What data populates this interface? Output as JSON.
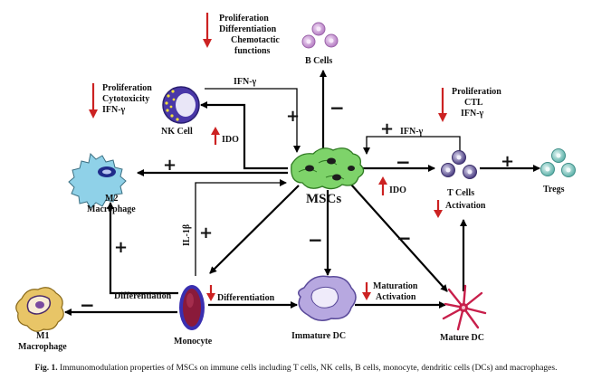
{
  "labels": {
    "b_cells": "B Cells",
    "b_effects": [
      "Proliferation",
      "Differentiation",
      "Chemotactic",
      "functions"
    ],
    "nk_cell": "NK Cell",
    "nk_effects": [
      "Proliferation",
      "Cytotoxicity",
      "IFN-γ"
    ],
    "ifn_top": "IFN-γ",
    "ido_nk": "IDO",
    "m2": [
      "M2",
      "Macrophage"
    ],
    "mscs": "MSCs",
    "il1b": "IL-1β",
    "ido_t": "IDO",
    "ifn_t": "IFN-γ",
    "t_effects": [
      "Proliferation",
      "CTL",
      "IFN-γ"
    ],
    "t_cells": [
      "T Cells",
      "Activation"
    ],
    "tregs": "Tregs",
    "differentiation_left": "Differentiation",
    "differentiation_right": "Differentiation",
    "maturation": [
      "Maturation",
      "Activation"
    ],
    "m1": [
      "M1",
      "Macrophage"
    ],
    "monocyte": "Monocyte",
    "immature_dc": "Immature DC",
    "mature_dc": "Mature DC",
    "plus": "+",
    "minus": "−"
  },
  "caption": {
    "prefix": "Fig. 1.",
    "text": "Immunomodulation properties of MSCs on immune cells including T cells, NK cells, B cells, monocyte, dendritic cells (DCs) and macrophages."
  },
  "colors": {
    "arrow": "#000000",
    "plus": "#3a9a3a",
    "minus": "#cc2222",
    "msc_fill": "#7ed36a",
    "b_cell": "#c79ad3",
    "t_cell": "#6b5aa0",
    "treg": "#7fc7c0",
    "nk": "#4a38a8",
    "m2": "#8fd1e8",
    "m1": "#e8c567",
    "monocyte": "#8a1a3a",
    "idc": "#b7a8e0",
    "mdc": "#c81f4b"
  }
}
